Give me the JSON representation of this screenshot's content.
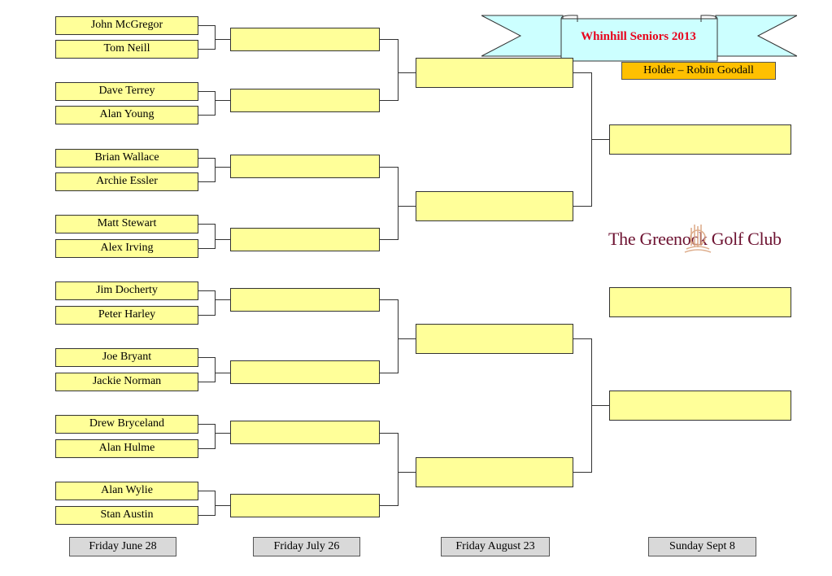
{
  "banner": {
    "title": "Whinhill Seniors 2013"
  },
  "holder": "Holder – Robin Goodall",
  "club_name": "The Greenock Golf Club",
  "colors": {
    "slot": "#ffff99",
    "holder": "#ffc000",
    "banner": "#ccffff",
    "title": "#e8001c",
    "club": "#6d1231"
  },
  "rounds": [
    {
      "date": "Friday  June 28",
      "players": [
        "John McGregor",
        "Tom Neill",
        "Dave Terrey",
        "Alan Young",
        "Brian Wallace",
        "Archie Essler",
        "Matt Stewart",
        "Alex Irving",
        "Jim Docherty",
        "Peter Harley",
        "Joe Bryant",
        "Jackie Norman",
        "Drew Bryceland",
        "Alan Hulme",
        "Alan Wylie",
        "Stan Austin"
      ]
    },
    {
      "date": "Friday  July 26",
      "slots": [
        "",
        "",
        "",
        "",
        "",
        "",
        "",
        ""
      ]
    },
    {
      "date": "Friday  August 23",
      "slots": [
        "",
        "",
        "",
        ""
      ]
    },
    {
      "date": "Sunday Sept  8",
      "slots": [
        "",
        "",
        ""
      ]
    }
  ]
}
